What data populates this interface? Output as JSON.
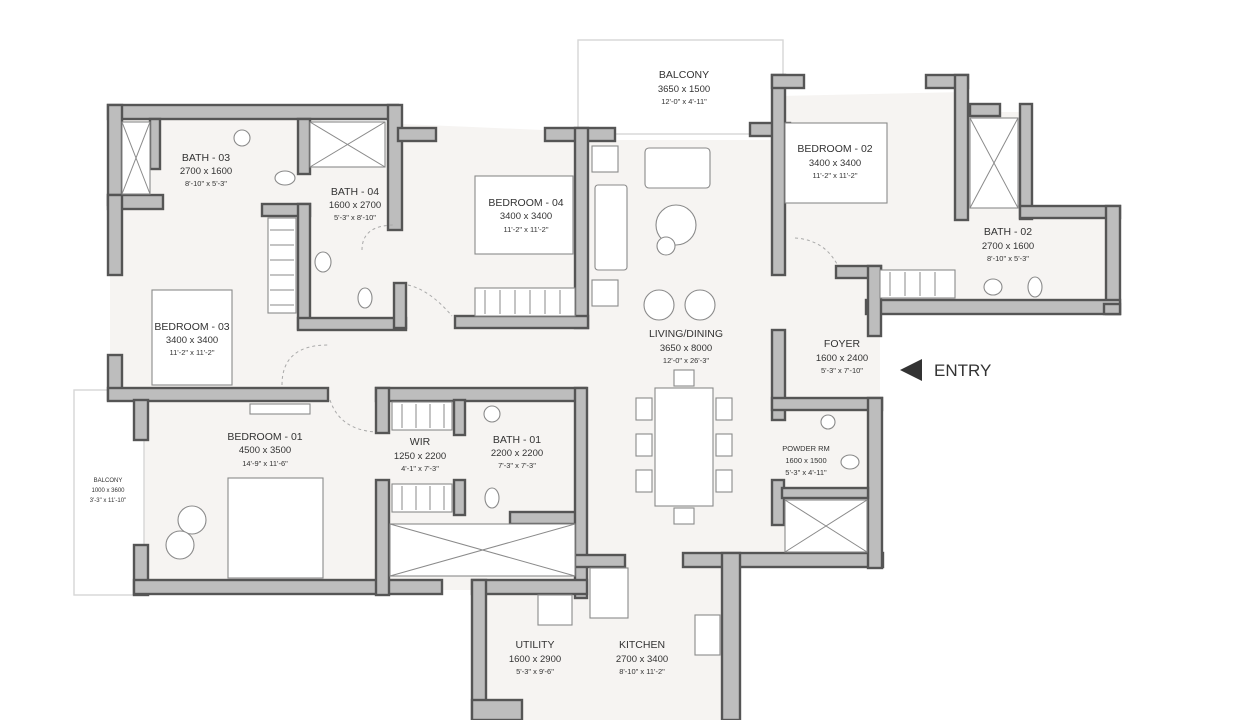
{
  "rooms": {
    "balcony_top": {
      "name": "BALCONY",
      "metric": "3650 x 1500",
      "imperial": "12'-0\" x 4'-11\""
    },
    "bath_03": {
      "name": "BATH - 03",
      "metric": "2700 x 1600",
      "imperial": "8'-10\" x 5'-3\""
    },
    "bath_04": {
      "name": "BATH - 04",
      "metric": "1600 x 2700",
      "imperial": "5'-3\" x 8'-10\""
    },
    "bedroom_04": {
      "name": "BEDROOM - 04",
      "metric": "3400 x 3400",
      "imperial": "11'-2\" x 11'-2\""
    },
    "bedroom_02": {
      "name": "BEDROOM - 02",
      "metric": "3400 x 3400",
      "imperial": "11'-2\" x 11'-2\""
    },
    "bath_02": {
      "name": "BATH - 02",
      "metric": "2700 x 1600",
      "imperial": "8'-10\" x 5'-3\""
    },
    "bedroom_03": {
      "name": "BEDROOM - 03",
      "metric": "3400 x 3400",
      "imperial": "11'-2\" x 11'-2\""
    },
    "living_dining": {
      "name": "LIVING/DINING",
      "metric": "3650 x 8000",
      "imperial": "12'-0\" x 26'-3\""
    },
    "foyer": {
      "name": "FOYER",
      "metric": "1600 x 2400",
      "imperial": "5'-3\" x 7'-10\""
    },
    "bedroom_01": {
      "name": "BEDROOM - 01",
      "metric": "4500 x 3500",
      "imperial": "14'-9\" x 11'-6\""
    },
    "wir": {
      "name": "WIR",
      "metric": "1250 x 2200",
      "imperial": "4'-1\" x 7'-3\""
    },
    "bath_01": {
      "name": "BATH - 01",
      "metric": "2200 x 2200",
      "imperial": "7'-3\" x 7'-3\""
    },
    "powder_rm": {
      "name": "POWDER RM",
      "metric": "1600 x 1500",
      "imperial": "5'-3\" x 4'-11\""
    },
    "balcony_side": {
      "name": "BALCONY",
      "metric": "1000 x 3600",
      "imperial": "3'-3\" x 11'-10\""
    },
    "utility": {
      "name": "UTILITY",
      "metric": "1600 x 2900",
      "imperial": "5'-3\" x 9'-6\""
    },
    "kitchen": {
      "name": "KITCHEN",
      "metric": "2700 x 3400",
      "imperial": "8'-10\" x 11'-2\""
    }
  },
  "entry": {
    "label": "ENTRY",
    "icon": "arrow-left-icon"
  },
  "colors": {
    "wall": "#bdbdbd",
    "wall_outline": "#555555",
    "floor": "#f6f4f2",
    "text": "#333333"
  }
}
